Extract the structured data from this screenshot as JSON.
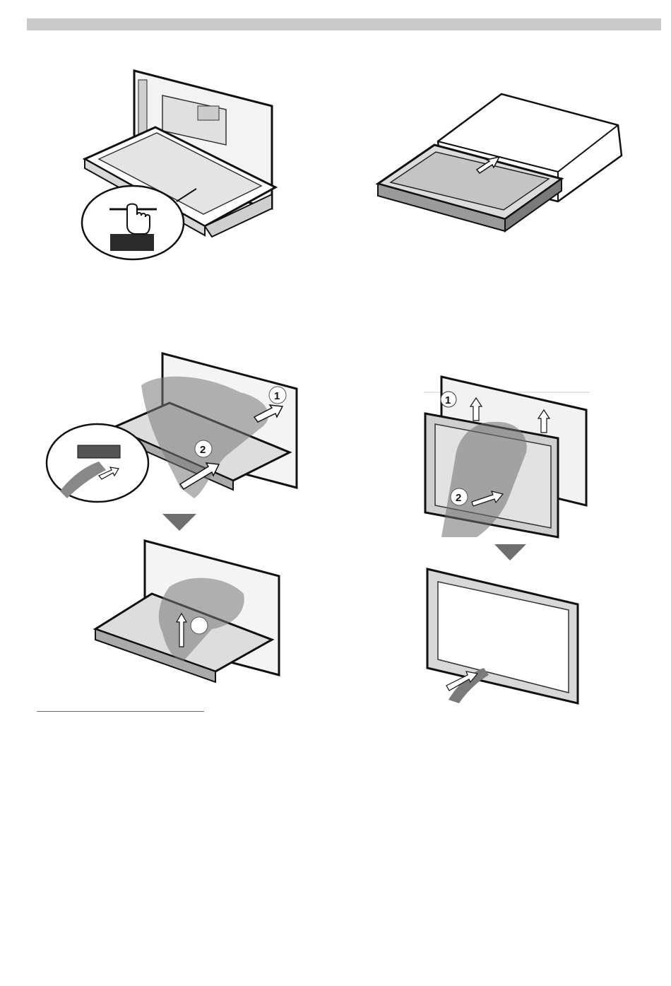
{
  "page": {
    "header_bar_color": "#c9c9c9"
  },
  "figures": {
    "panel_open_eject": {
      "icon": "hand-press-icon",
      "zoom_callout": true
    },
    "panel_slide_in": {
      "icon": "arrow-up-icon"
    },
    "panel_detach_steps": {
      "step_labels": [
        "1",
        "2"
      ],
      "arrow": "arrow-down-icon"
    },
    "panel_attach_steps": {
      "step_labels": [
        "1",
        "2"
      ],
      "arrow": "arrow-down-icon"
    }
  }
}
